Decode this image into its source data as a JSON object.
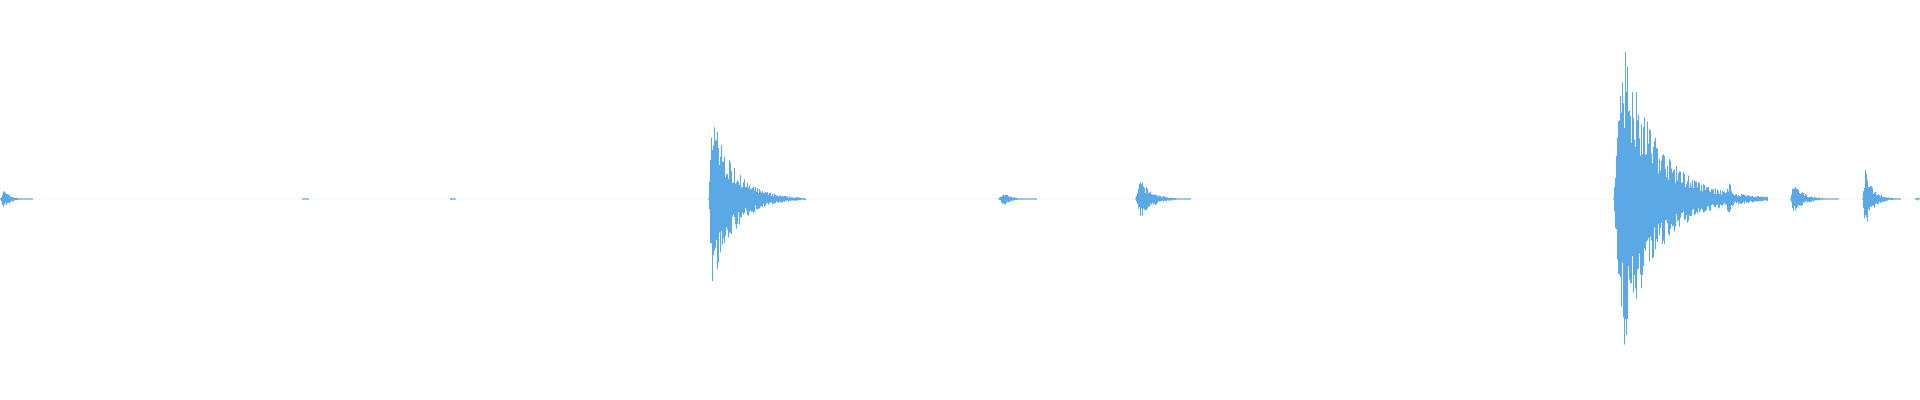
{
  "waveform": {
    "color": "#5aa9e6",
    "duration_units": 1920,
    "bursts": [
      {
        "start": 0,
        "peak": 3,
        "end": 32,
        "amp_up": 0.05,
        "amp_down": 0.05
      },
      {
        "start": 302,
        "peak": 304,
        "end": 308,
        "amp_up": 0.005,
        "amp_down": 0.005
      },
      {
        "start": 450,
        "peak": 451,
        "end": 455,
        "amp_up": 0.005,
        "amp_down": 0.005
      },
      {
        "start": 708,
        "peak": 712,
        "end": 805,
        "amp_up": 0.43,
        "amp_down": 0.45
      },
      {
        "start": 998,
        "peak": 1003,
        "end": 1036,
        "amp_up": 0.035,
        "amp_down": 0.035
      },
      {
        "start": 1135,
        "peak": 1140,
        "end": 1190,
        "amp_up": 0.1,
        "amp_down": 0.11
      },
      {
        "start": 1613,
        "peak": 1623,
        "end": 1767,
        "amp_up": 0.8,
        "amp_down": 0.8
      },
      {
        "start": 1724,
        "peak": 1729,
        "end": 1742,
        "amp_up": 0.1,
        "amp_down": 0.1
      },
      {
        "start": 1790,
        "peak": 1793,
        "end": 1838,
        "amp_up": 0.08,
        "amp_down": 0.08
      },
      {
        "start": 1862,
        "peak": 1865,
        "end": 1900,
        "amp_up": 0.15,
        "amp_down": 0.15
      },
      {
        "start": 1915,
        "peak": 1917,
        "end": 1920,
        "amp_up": 0.01,
        "amp_down": 0.01
      }
    ]
  }
}
